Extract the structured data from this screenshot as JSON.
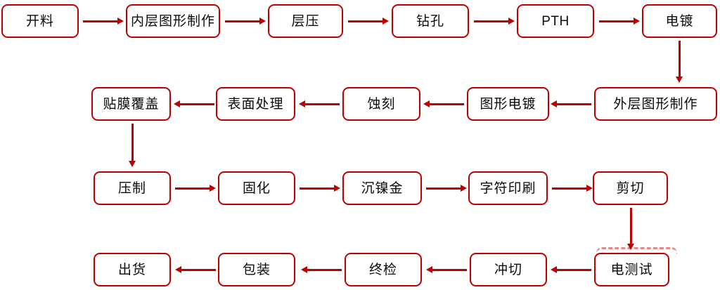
{
  "diagram": {
    "title": "PCB Manufacturing Process Flow",
    "accent_color": "#C00000",
    "node_fill": "#FFFFFF",
    "text_color": "#0A0A0A",
    "rows": [
      {
        "direction": "left-to-right",
        "nodes": [
          "开料",
          "内层图形制作",
          "层压",
          "钻孔",
          "PTH",
          "电镀"
        ]
      },
      {
        "direction": "right-to-left",
        "nodes": [
          "贴膜覆盖",
          "表面处理",
          "蚀刻",
          "图形电镀",
          "外层图形制作"
        ]
      },
      {
        "direction": "left-to-right",
        "nodes": [
          "压制",
          "固化",
          "沉镍金",
          "字符印刷",
          "剪切"
        ]
      },
      {
        "direction": "right-to-left",
        "nodes": [
          "出货",
          "包装",
          "终检",
          "冲切",
          "电测试"
        ]
      }
    ]
  },
  "nodes": {
    "n01": "开料",
    "n02": "内层图形制作",
    "n03": "层压",
    "n04": "钻孔",
    "n05": "PTH",
    "n06": "电镀",
    "n07": "外层图形制作",
    "n08": "图形电镀",
    "n09": "蚀刻",
    "n10": "表面处理",
    "n11": "贴膜覆盖",
    "n12": "压制",
    "n13": "固化",
    "n14": "沉镍金",
    "n15": "字符印刷",
    "n16": "剪切",
    "n17": "电测试",
    "n18": "冲切",
    "n19": "终检",
    "n20": "包装",
    "n21": "出货"
  }
}
